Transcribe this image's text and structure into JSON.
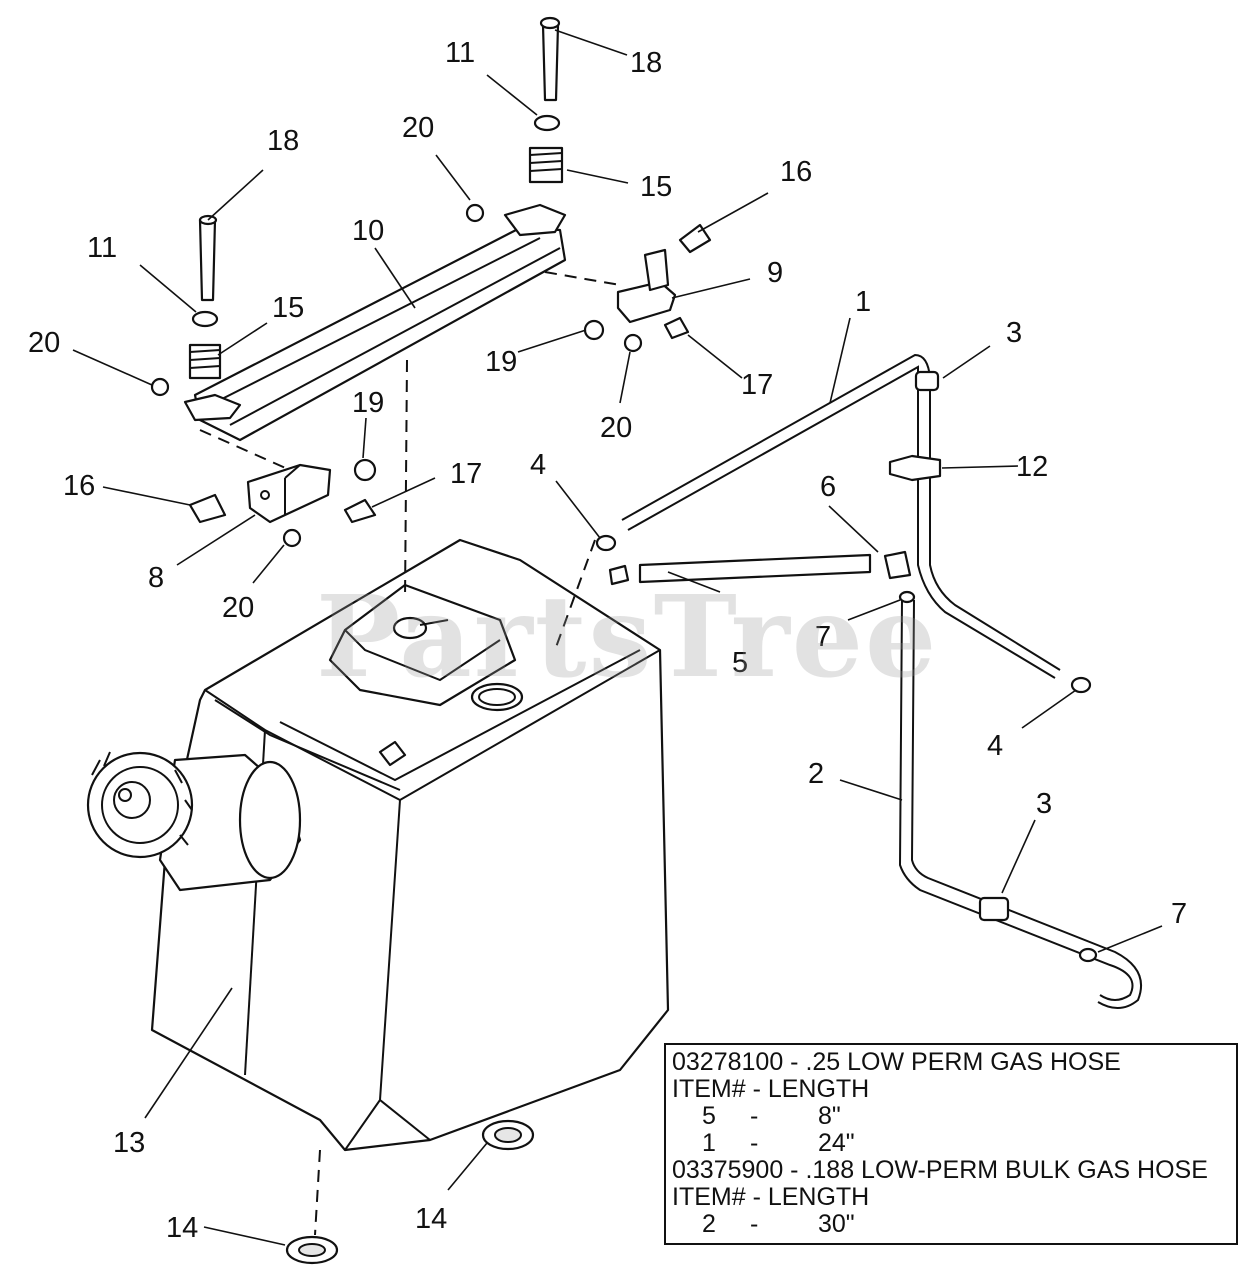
{
  "watermark": "PartsTree",
  "callouts": [
    "18",
    "11",
    "18",
    "11",
    "15",
    "20",
    "15",
    "10",
    "16",
    "9",
    "20",
    "1",
    "3",
    "19",
    "17",
    "20",
    "19",
    "16",
    "17",
    "4",
    "12",
    "6",
    "8",
    "20",
    "7",
    "5",
    "4",
    "2",
    "3",
    "7",
    "13",
    "14",
    "14"
  ],
  "legend": {
    "hose1_title": "03278100 - .25 LOW PERM GAS HOSE",
    "hose1_header": "ITEM# - LENGTH",
    "hose1_rows": [
      {
        "item": "5",
        "sep": "-",
        "length": "8\""
      },
      {
        "item": "1",
        "sep": "-",
        "length": "24\""
      }
    ],
    "hose2_title": "03375900 - .188 LOW-PERM BULK GAS HOSE",
    "hose2_header": "ITEM# - LENGTH",
    "hose2_rows": [
      {
        "item": "2",
        "sep": "-",
        "length": "30\""
      }
    ]
  }
}
